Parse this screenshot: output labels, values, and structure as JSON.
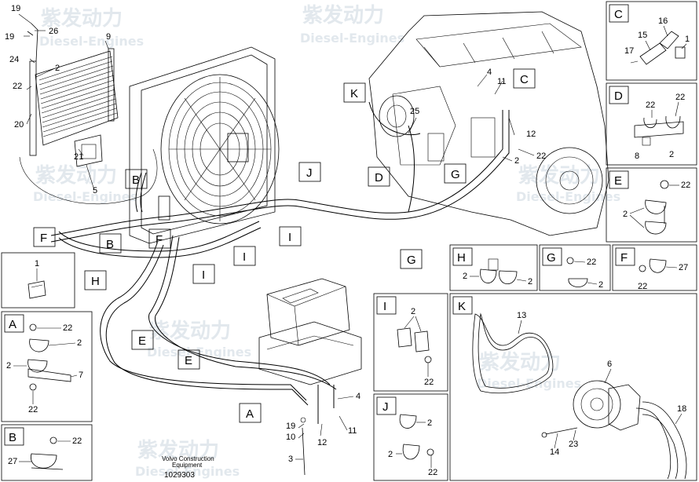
{
  "watermark": {
    "brand_cn": "紫发动力",
    "brand_en": "Diesel-Engines"
  },
  "detail_labels": {
    "A": "A",
    "B": "B",
    "C": "C",
    "D": "D",
    "E": "E",
    "F": "F",
    "G": "G",
    "H": "H",
    "I": "I",
    "J": "J",
    "K": "K"
  },
  "main_callouts": {
    "n19a": "19",
    "n19b": "19",
    "n26": "26",
    "n9": "9",
    "n24": "24",
    "n2a": "2",
    "n22a": "22",
    "n20": "20",
    "n21": "21",
    "n5": "5",
    "n4a": "4",
    "n11a": "11",
    "n25": "25",
    "n12a": "12",
    "n2b": "2",
    "n22b": "22",
    "n4b": "4",
    "n19c": "19",
    "n10": "10",
    "n12b": "12",
    "n11b": "11",
    "n3": "3"
  },
  "panels": {
    "C": {
      "n16": "16",
      "n15": "15",
      "n17": "17",
      "n1": "1"
    },
    "D": {
      "n22a": "22",
      "n22b": "22",
      "n8": "8",
      "n2": "2"
    },
    "E": {
      "n22": "22",
      "n2": "2"
    },
    "unlabeled": {
      "n1": "1"
    },
    "H": {
      "n2a": "2",
      "n2b": "2"
    },
    "G": {
      "n22": "22",
      "n2": "2"
    },
    "F": {
      "n27": "27",
      "n22": "22"
    },
    "A": {
      "n22a": "22",
      "n2a": "2",
      "n2b": "2",
      "n7": "7",
      "n22b": "22"
    },
    "I": {
      "n2": "2",
      "n22": "22"
    },
    "K": {
      "n13": "13",
      "n6": "6",
      "n18": "18",
      "n14": "14",
      "n23": "23"
    },
    "J": {
      "n2a": "2",
      "n2b": "2",
      "n22": "22"
    },
    "B": {
      "n22": "22",
      "n27": "27"
    }
  },
  "footer": {
    "maker": "Volvo Construction",
    "subtitle": "Equipment",
    "drawing_number": "1029303"
  }
}
